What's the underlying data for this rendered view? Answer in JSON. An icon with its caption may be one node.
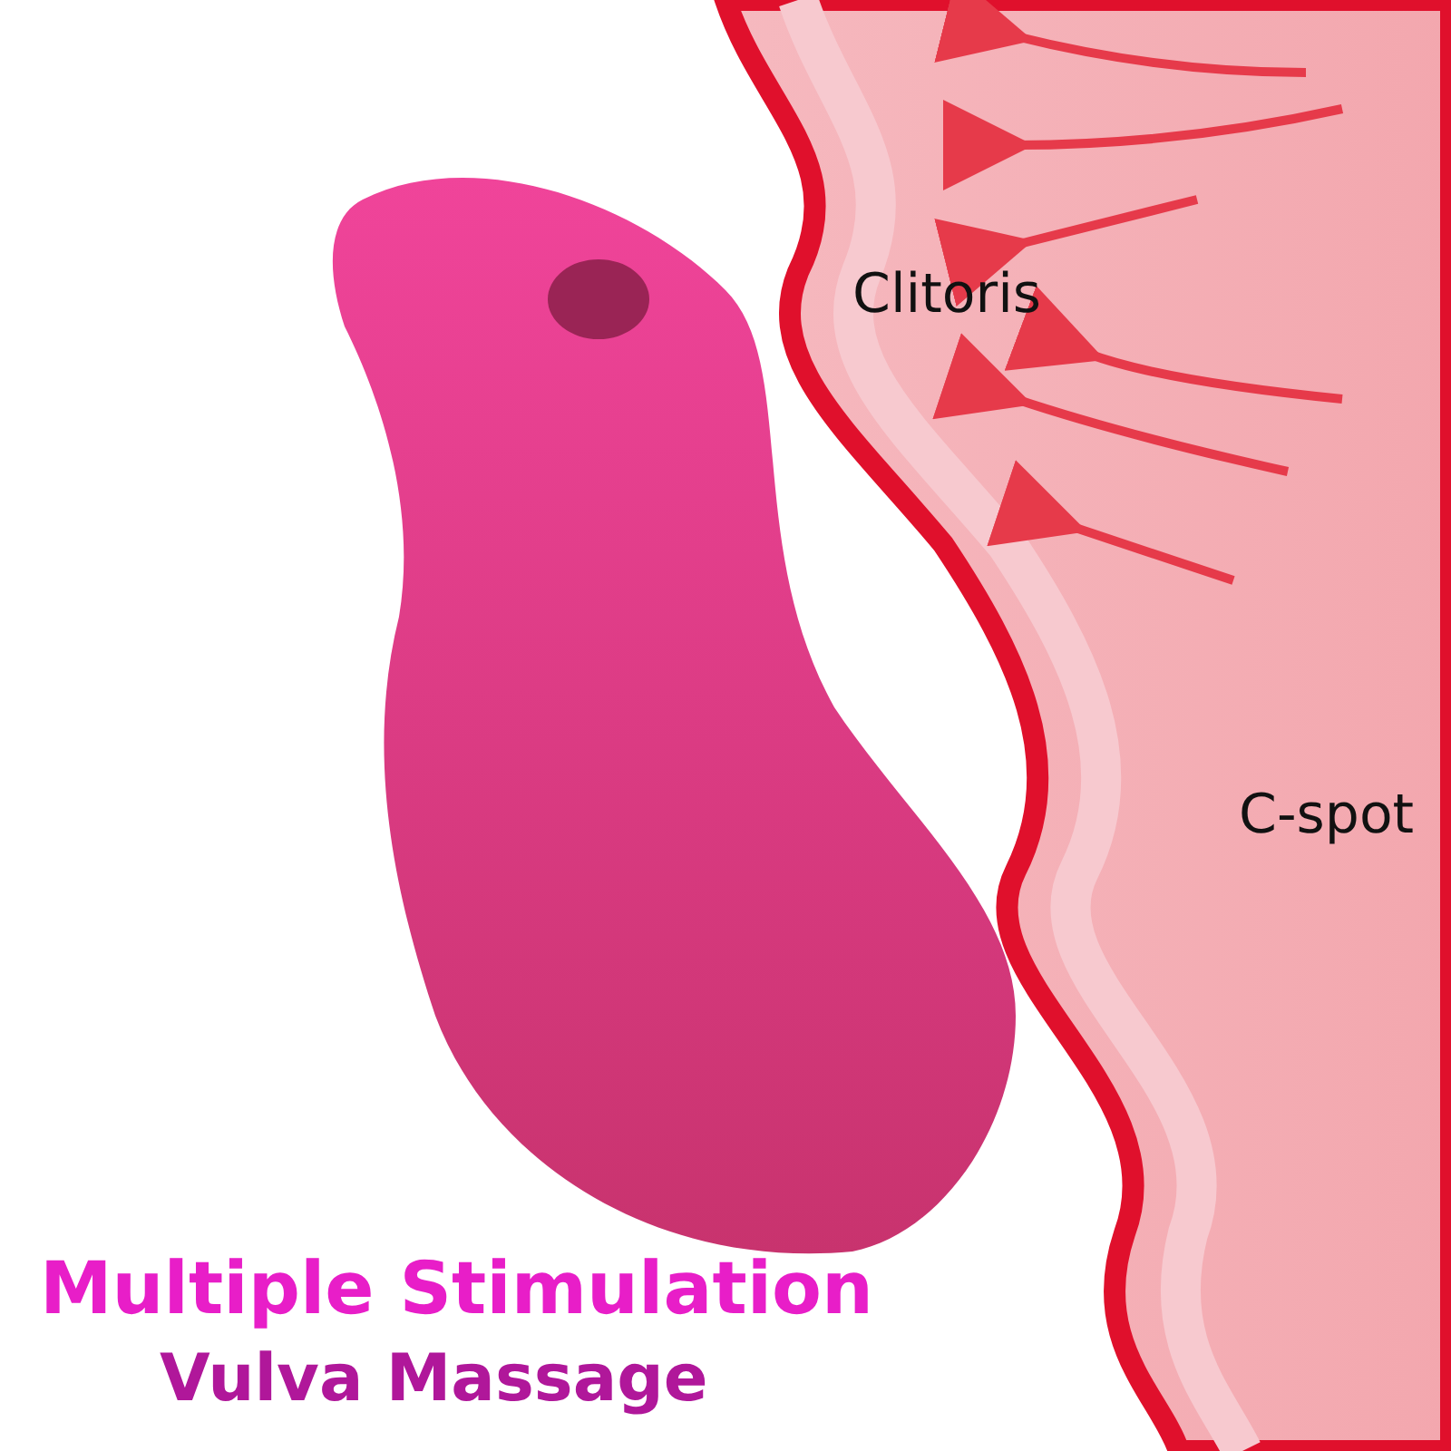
{
  "diagram": {
    "title": "Multiple Stimulation",
    "caption": "Vulva Massage",
    "labels": [
      "Clitoris",
      "C-spot"
    ]
  }
}
